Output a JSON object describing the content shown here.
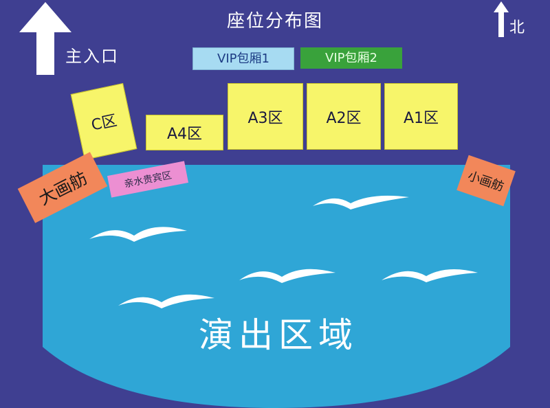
{
  "title": "座位分布图",
  "entrance": {
    "label": "主入口",
    "icon": "up-arrow-icon"
  },
  "north": {
    "label": "北",
    "icon": "north-arrow-icon"
  },
  "vip_boxes": [
    {
      "label": "VIP包厢1",
      "color": "#a7dbf2"
    },
    {
      "label": "VIP包厢2",
      "color": "#39a23b"
    }
  ],
  "sections": {
    "a1": "A1区",
    "a2": "A2区",
    "a3": "A3区",
    "a4": "A4区",
    "c": "C区"
  },
  "boats": {
    "big": "大画舫",
    "small": "小画舫"
  },
  "vip_waterside": "亲水贵宾区",
  "stage": {
    "label": "演出区域",
    "color": "#2fa6d6"
  },
  "colors": {
    "background": "#3f3f91",
    "section": "#f7f56a",
    "boat": "#f2875a",
    "waterside": "#ec8fd2"
  }
}
